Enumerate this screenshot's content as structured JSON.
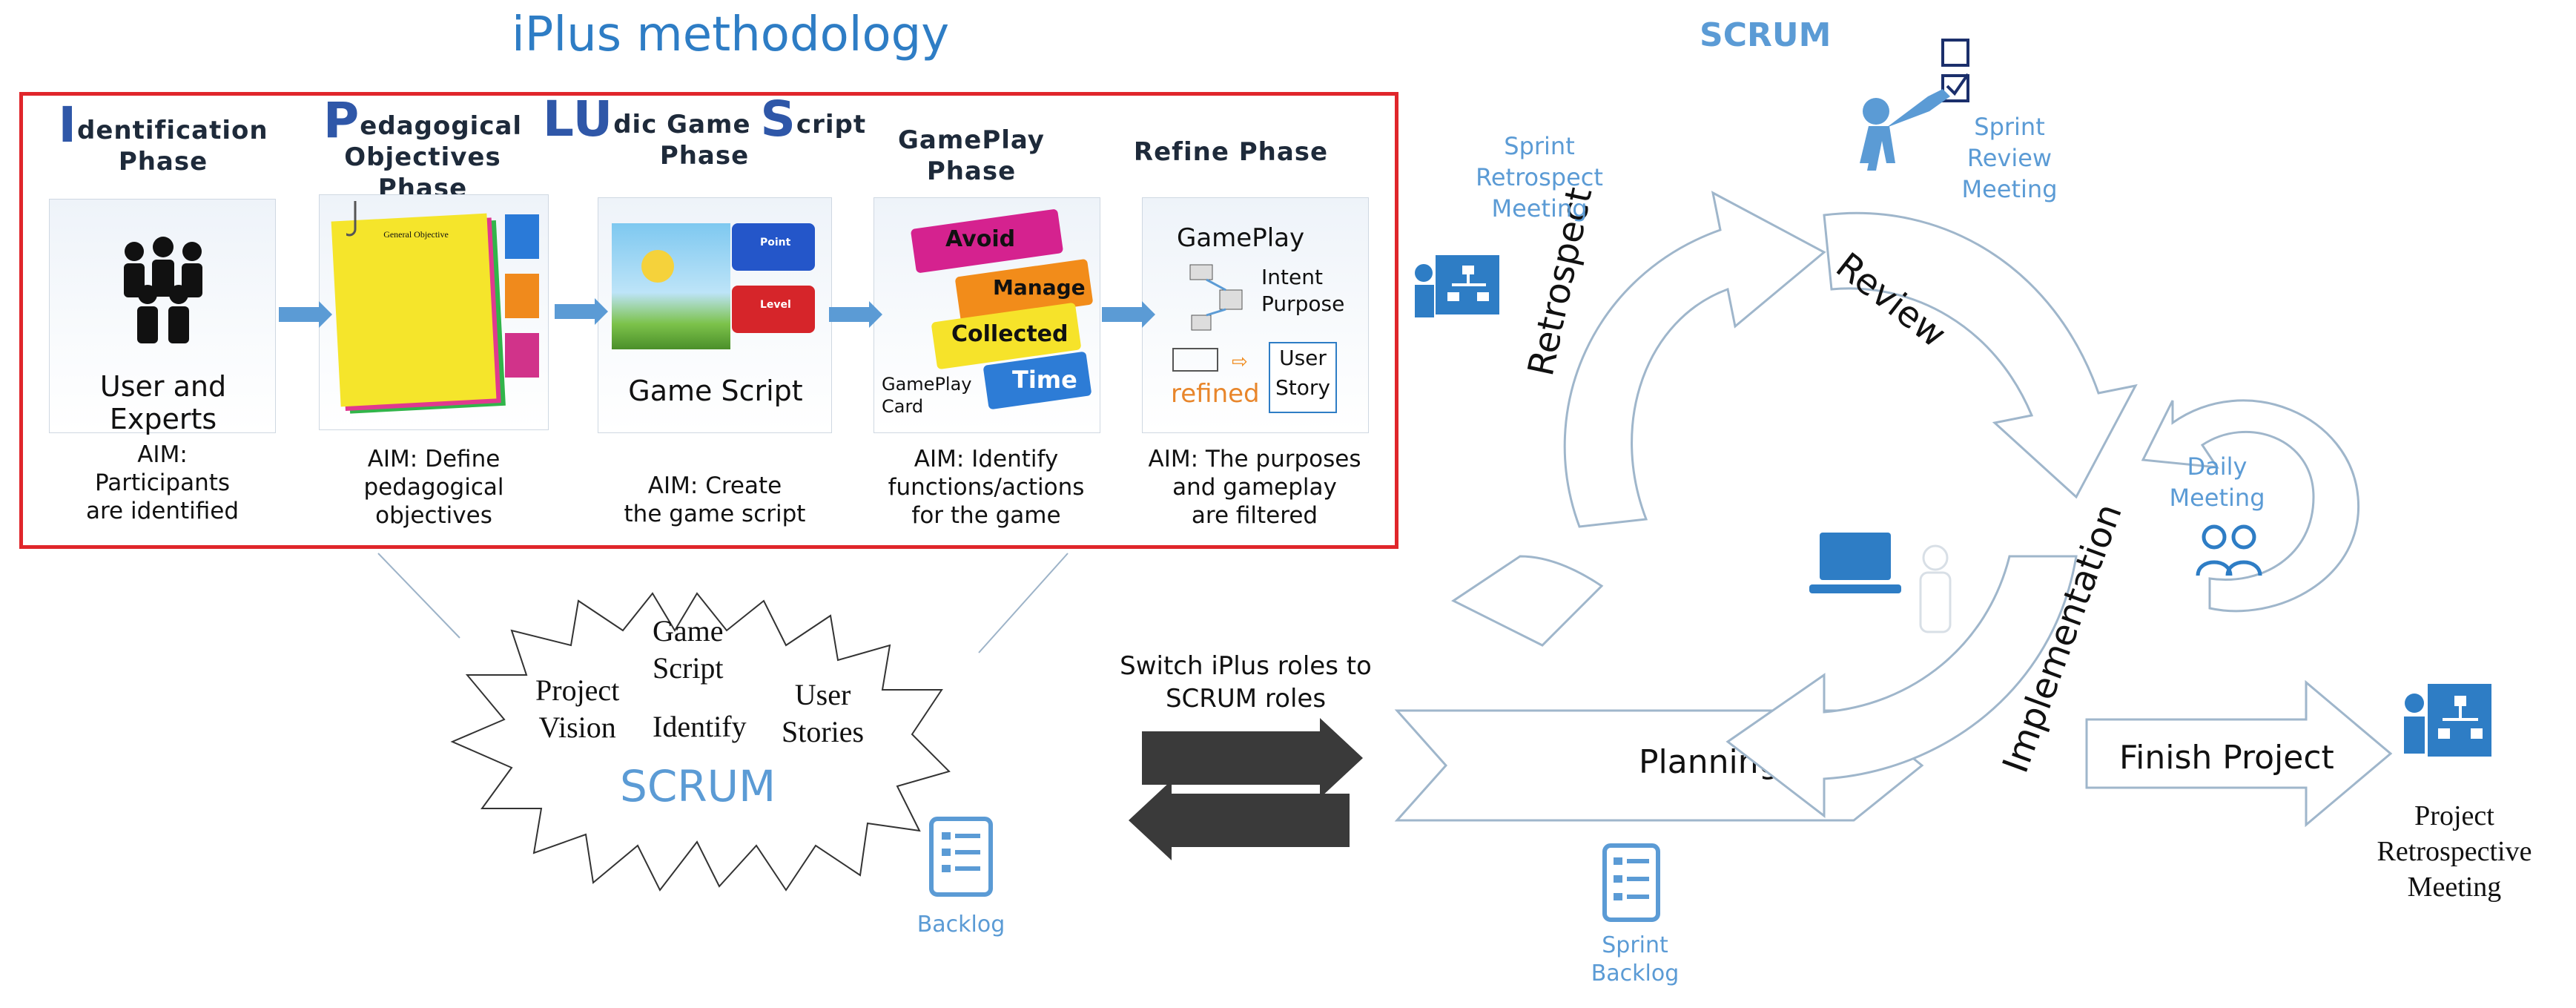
{
  "title": "iPlus methodology",
  "scrum_label": "SCRUM",
  "phases": [
    {
      "lead": "I",
      "rest": "dentification",
      "line2": "Phase",
      "card_text": "User and Experts",
      "aim": [
        "AIM:",
        "Participants",
        "are identified"
      ]
    },
    {
      "lead": "P",
      "rest": "edagogical",
      "line2": "Objectives Phase",
      "card_text": "General Objective",
      "aim": [
        "AIM: Define",
        "pedagogical",
        "objectives"
      ]
    },
    {
      "lead": "LU",
      "rest": "dic Game ",
      "lead2": "S",
      "rest2": "cript",
      "line2": "Phase",
      "card_text": "Game Script",
      "aim": [
        "AIM: Create",
        "the game script"
      ]
    },
    {
      "lead": "",
      "rest": "GamePlay",
      "line2": "Phase",
      "card_text": "GamePlay Card",
      "aim": [
        "AIM: Identify",
        "functions/actions",
        "for the game"
      ]
    },
    {
      "lead": "",
      "rest": "Refine Phase",
      "line2": "",
      "card_text": "GamePlay",
      "aim": [
        "AIM: The purposes",
        "and gameplay",
        "are filtered"
      ]
    }
  ],
  "lego_words": [
    "Avoid",
    "Manage",
    "Collected",
    "Time"
  ],
  "block_words": [
    "Point",
    "Level"
  ],
  "refine_card": {
    "intent": "Intent",
    "purpose": "Purpose",
    "refined": "refined",
    "user": "User",
    "story": "Story"
  },
  "cloud": {
    "game": "Game",
    "script": "Script",
    "project": "Project",
    "vision": "Vision",
    "identify": "Identify",
    "user": "User",
    "stories": "Stories",
    "scrum": "SCRUM"
  },
  "switch_text": [
    "Switch iPlus roles to",
    "SCRUM roles"
  ],
  "backlog": "Backlog",
  "sprint_backlog": [
    "Sprint",
    "Backlog"
  ],
  "planning": "Planning",
  "finish_project": "Finish Project",
  "project_retrospective": [
    "Project",
    "Retrospective",
    "Meeting"
  ],
  "cycle": {
    "retrospect": "Retrospect",
    "review": "Review",
    "implementation": "Implementation"
  },
  "sprint_retrospect": [
    "Sprint",
    "Retrospect",
    "Meeting"
  ],
  "sprint_review": [
    "Sprint",
    "Review",
    "Meeting"
  ],
  "daily_meeting": [
    "Daily",
    "Meeting"
  ],
  "colors": {
    "accent": "#5b9bd5",
    "title": "#2e7dc5",
    "frame": "#e0262b",
    "arrow_dark": "#3a3a3a"
  }
}
